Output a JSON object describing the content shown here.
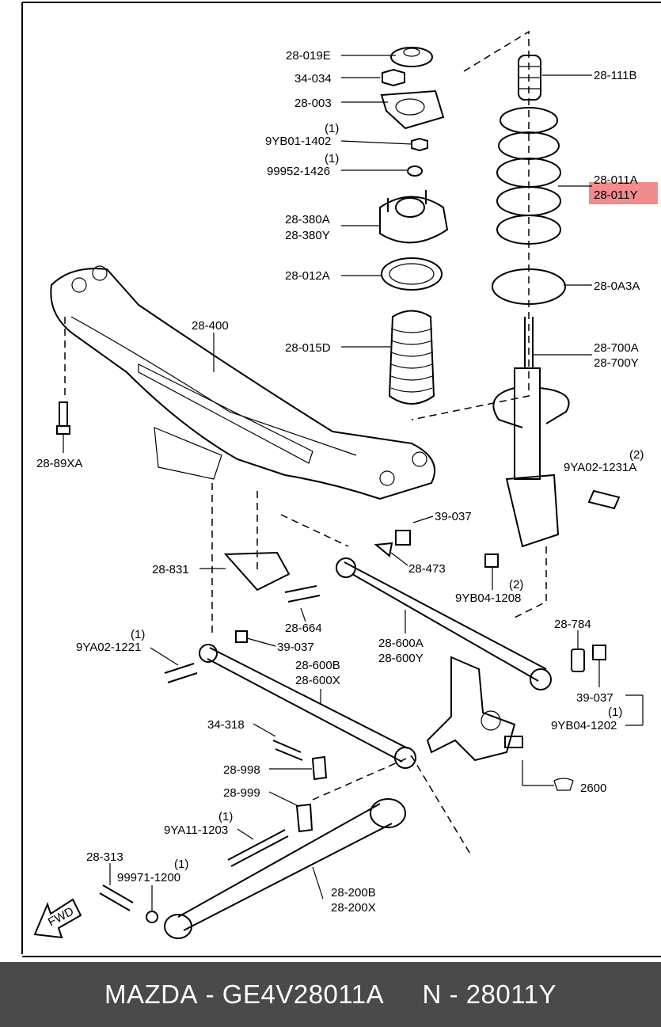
{
  "colors": {
    "highlight": "#f28b8b",
    "caption_bg": "#4a4a4a",
    "caption_text": "#ffffff"
  },
  "callouts": {
    "c28_019E": "28-019E",
    "c34_034": "34-034",
    "c28_003": "28-003",
    "c9YB01_qty": "(1)",
    "c9YB01": "9YB01-1402",
    "c99952_qty": "(1)",
    "c99952": "99952-1426",
    "c28_380A": "28-380A",
    "c28_380Y": "28-380Y",
    "c28_012A": "28-012A",
    "c28_015D": "28-015D",
    "c28_400": "28-400",
    "c28_89XA": "28-89XA",
    "c28_111B": "28-111B",
    "c28_011A": "28-011A",
    "c28_011Y": "28-011Y",
    "c28_0A3A": "28-0A3A",
    "c28_700A": "28-700A",
    "c28_700Y": "28-700Y",
    "c9YA02_1231A_qty": "(2)",
    "c9YA02_1231A": "9YA02-1231A",
    "c39_037_a": "39-037",
    "c28_473": "28-473",
    "c9YB04_1208_qty": "(2)",
    "c9YB04_1208": "9YB04-1208",
    "c28_831": "28-831",
    "c28_664": "28-664",
    "c9YA02_1221_qty": "(1)",
    "c9YA02_1221": "9YA02-1221",
    "c39_037_b": "39-037",
    "c28_600B": "28-600B",
    "c28_600X": "28-600X",
    "c28_600A": "28-600A",
    "c28_600Y": "28-600Y",
    "c28_784": "28-784",
    "c39_037_c": "39-037",
    "c9YB04_1202_qty": "(1)",
    "c9YB04_1202": "9YB04-1202",
    "c34_318": "34-318",
    "c28_998": "28-998",
    "c28_999": "28-999",
    "c9YA11_qty": "(1)",
    "c9YA11": "9YA11-1203",
    "c28_313": "28-313",
    "c99971_qty": "(1)",
    "c99971": "99971-1200",
    "c28_200B": "28-200B",
    "c28_200X": "28-200X",
    "c2600": "2600",
    "fwd": "FWD"
  },
  "caption": {
    "brand": "MAZDA",
    "sep1": " - ",
    "part_number": "GE4V28011A",
    "gap": "     ",
    "n_label": "N",
    "sep2": " - ",
    "n_number": "28011Y"
  }
}
